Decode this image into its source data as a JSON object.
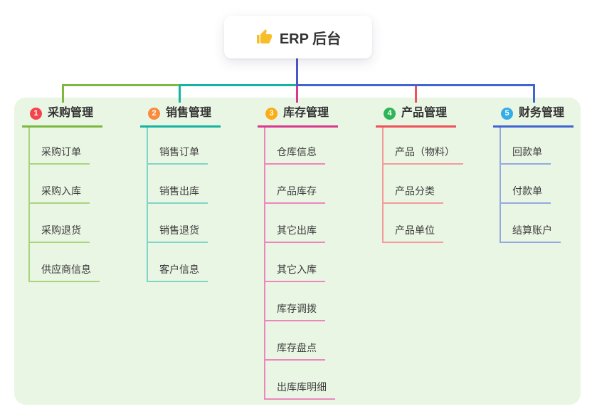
{
  "root": {
    "label": "ERP 后台",
    "icon": "thumbs-up-icon",
    "icon_color": "#F8BE27",
    "line_color": "#4D56C8"
  },
  "panel": {
    "background": "#EAF6E4"
  },
  "branches": [
    {
      "badge": "1",
      "label": "采购管理",
      "badge_color": "#F3444E",
      "line_color": "#7CB93E",
      "child_line_color": "#A9D47E",
      "children": [
        "采购订单",
        "采购入库",
        "采购退货",
        "供应商信息"
      ]
    },
    {
      "badge": "2",
      "label": "销售管理",
      "badge_color": "#F98B3F",
      "line_color": "#14B3A2",
      "child_line_color": "#80D4C8",
      "children": [
        "销售订单",
        "销售出库",
        "销售退货",
        "客户信息"
      ]
    },
    {
      "badge": "3",
      "label": "库存管理",
      "badge_color": "#FBAD18",
      "line_color": "#D8388E",
      "child_line_color": "#EE86BE",
      "children": [
        "仓库信息",
        "产品库存",
        "其它出库",
        "其它入库",
        "库存调拨",
        "库存盘点",
        "出库库明细"
      ]
    },
    {
      "badge": "4",
      "label": "产品管理",
      "badge_color": "#2FB558",
      "line_color": "#EF5158",
      "child_line_color": "#F59B9B",
      "children": [
        "产品（物料）",
        "产品分类",
        "产品单位"
      ]
    },
    {
      "badge": "5",
      "label": "财务管理",
      "badge_color": "#35ADE8",
      "line_color": "#4064D2",
      "child_line_color": "#95A9E0",
      "children": [
        "回款单",
        "付款单",
        "结算账户"
      ]
    }
  ]
}
